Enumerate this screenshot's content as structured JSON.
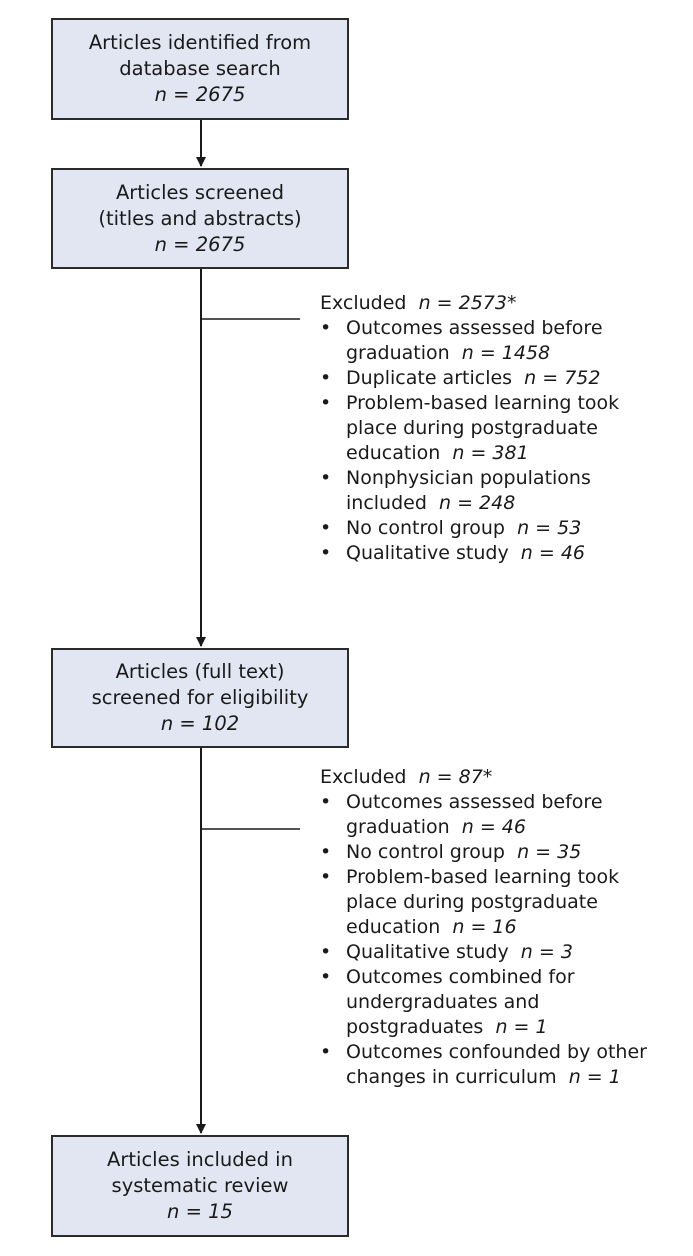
{
  "boxes": {
    "identified": {
      "line1": "Articles identified from",
      "line2": "database search",
      "count": "n = 2675"
    },
    "screened": {
      "line1": "Articles screened",
      "line2": "(titles and abstracts)",
      "count": "n = 2675"
    },
    "fulltext": {
      "line1": "Articles (full text)",
      "line2": "screened for eligibility",
      "count": "n = 102"
    },
    "included": {
      "line1": "Articles included in",
      "line2": "systematic review",
      "count": "n = 15"
    }
  },
  "exclusion1": {
    "label": "Excluded",
    "count": "n = 2573*",
    "reasons": [
      {
        "text": "Outcomes assessed before graduation",
        "n": "n = 1458"
      },
      {
        "text": "Duplicate articles",
        "n": "n = 752"
      },
      {
        "text": "Problem-based learning took place during postgraduate education",
        "n": "n = 381"
      },
      {
        "text": "Nonphysician populations included",
        "n": "n = 248"
      },
      {
        "text": "No control group",
        "n": "n = 53"
      },
      {
        "text": "Qualitative study",
        "n": "n = 46"
      }
    ]
  },
  "exclusion2": {
    "label": "Excluded",
    "count": "n = 87*",
    "reasons": [
      {
        "text": "Outcomes assessed before graduation",
        "n": "n = 46"
      },
      {
        "text": "No control group",
        "n": "n = 35"
      },
      {
        "text": "Problem-based learning took place during postgraduate education",
        "n": "n = 16"
      },
      {
        "text": "Qualitative study",
        "n": "n = 3"
      },
      {
        "text": "Outcomes combined for undergraduates and postgraduates",
        "n": "n = 1"
      },
      {
        "text": "Outcomes confounded by other changes in curriculum",
        "n": "n = 1"
      }
    ]
  }
}
